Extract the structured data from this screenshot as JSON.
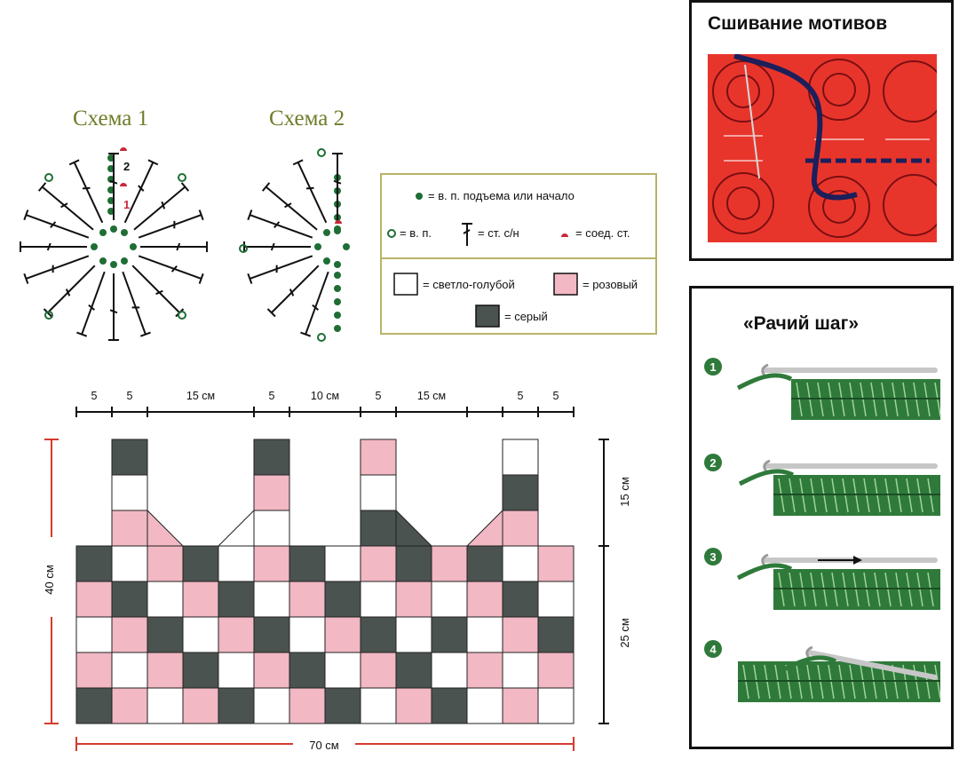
{
  "scheme1": {
    "title": "Схема 1",
    "row_labels": [
      "2",
      "1"
    ]
  },
  "scheme2": {
    "title": "Схема 2"
  },
  "legend": {
    "start": "= в. п. подъема или начало",
    "chain": "= в. п.",
    "dc": "= ст. с/н",
    "slip": "= соед. ст.",
    "light_blue": "= светло-голубой",
    "pink": "= розовый",
    "gray": "= серый"
  },
  "joining": {
    "title": "Сшивание мотивов"
  },
  "crab": {
    "title": "«Рачий шаг»",
    "steps": [
      "1",
      "2",
      "3",
      "4"
    ]
  },
  "dimensions": {
    "top": [
      "5",
      "5",
      "15 см",
      "5",
      "10 см",
      "5",
      "15 см",
      "5",
      "5"
    ],
    "left": "40 см",
    "right_top": "15 см",
    "right_bottom": "25 см",
    "bottom": "70 см"
  },
  "colors": {
    "white": "#ffffff",
    "pink": "#f2b8c4",
    "gray": "#4b5350",
    "green_dot": "#1f6e35",
    "red_dot": "#c8283c",
    "measure_red": "#d63a2c",
    "yarn_red": "#e03128",
    "yarn_green": "#2f7a3b"
  },
  "chart_data": {
    "type": "table",
    "legend_keys": {
      "W": "светло-голубой",
      "P": "розовый",
      "G": "серый"
    },
    "body_rows": [
      [
        "G",
        "W",
        "P",
        "G",
        "W",
        "P",
        "G",
        "W",
        "P",
        "G",
        "P",
        "G",
        "W",
        "P"
      ],
      [
        "P",
        "G",
        "W",
        "P",
        "G",
        "W",
        "P",
        "G",
        "W",
        "P",
        "W",
        "P",
        "G",
        "W"
      ],
      [
        "W",
        "P",
        "G",
        "W",
        "P",
        "G",
        "W",
        "P",
        "G",
        "W",
        "G",
        "W",
        "P",
        "G"
      ],
      [
        "P",
        "W",
        "P",
        "G",
        "W",
        "P",
        "G",
        "W",
        "P",
        "G",
        "W",
        "P",
        "W",
        "P"
      ],
      [
        "G",
        "P",
        "W",
        "P",
        "G",
        "W",
        "P",
        "G",
        "W",
        "P",
        "G",
        "W",
        "P",
        "W"
      ]
    ],
    "straps": [
      {
        "column": 1,
        "cells": [
          "G",
          "W",
          "P"
        ]
      },
      {
        "column": 5,
        "cells": [
          "G",
          "P",
          "W"
        ]
      },
      {
        "column": 8,
        "cells": [
          "P",
          "W",
          "G"
        ]
      },
      {
        "column": 12,
        "cells": [
          "W",
          "G",
          "P"
        ]
      }
    ]
  }
}
